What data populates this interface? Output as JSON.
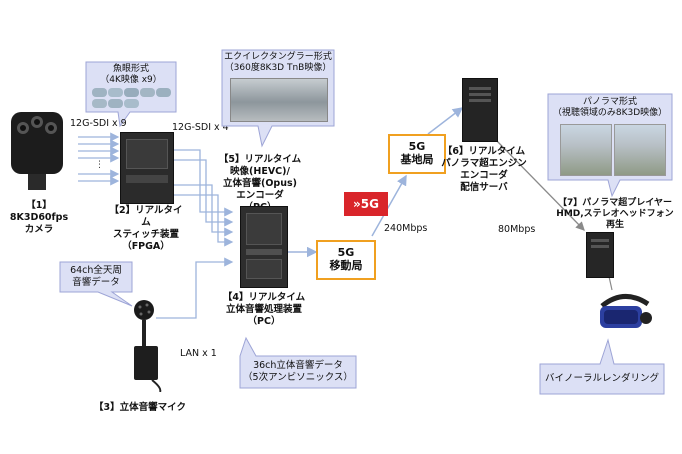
{
  "nodes": {
    "camera": {
      "label": "【1】8K3D60fps\nカメラ"
    },
    "stitch": {
      "label": "【2】リアルタイム\nスティッチ装置\n（FPGA）"
    },
    "mic": {
      "label": "【3】立体音響マイク"
    },
    "audio_proc": {
      "label": "【4】リアルタイム\n立体音響処理装置\n（PC）"
    },
    "encoder": {
      "label": "【5】リアルタイム\n映像(HEVC)/\n立体音響(Opus)\nエンコーダ\n（PC）"
    },
    "panorama_server": {
      "label": "【6】リアルタイム\nパノラマ超エンジン\nエンコーダ\n配信サーバ"
    },
    "player": {
      "label": "【7】パノラマ超プレイヤー\nHMD,ステレオヘッドフォン\n再生"
    }
  },
  "links": {
    "sdi_9": "12G-SDI x 9",
    "sdi_4": "12G-SDI x 4",
    "lan": "LAN x 1",
    "mbps_240": "240Mbps",
    "mbps_80": "80Mbps"
  },
  "stations": {
    "mobile": "5G\n移動局",
    "base": "5G\n基地局",
    "badge": "»5G"
  },
  "callouts": {
    "fisheye": "魚眼形式\n（4K映像 x9）",
    "equirect": "エクイレクタングラー形式\n（360度8K3D TnB映像）",
    "panorama": "パノラマ形式\n（視聴領域のみ8K3D映像）",
    "ch64": "64ch全天周\n音響データ",
    "ch36": "36ch立体音響データ\n（5次アンビソニックス）",
    "binaural": "バイノーラルレンダリング"
  },
  "colors": {
    "callout_fill": "#dce0f5",
    "callout_border": "#9da4d6",
    "station_border": "#f0a020",
    "badge_red": "#d9252a",
    "arrow_blue": "#9db4dc",
    "arrow_gray": "#8a8a8a"
  }
}
